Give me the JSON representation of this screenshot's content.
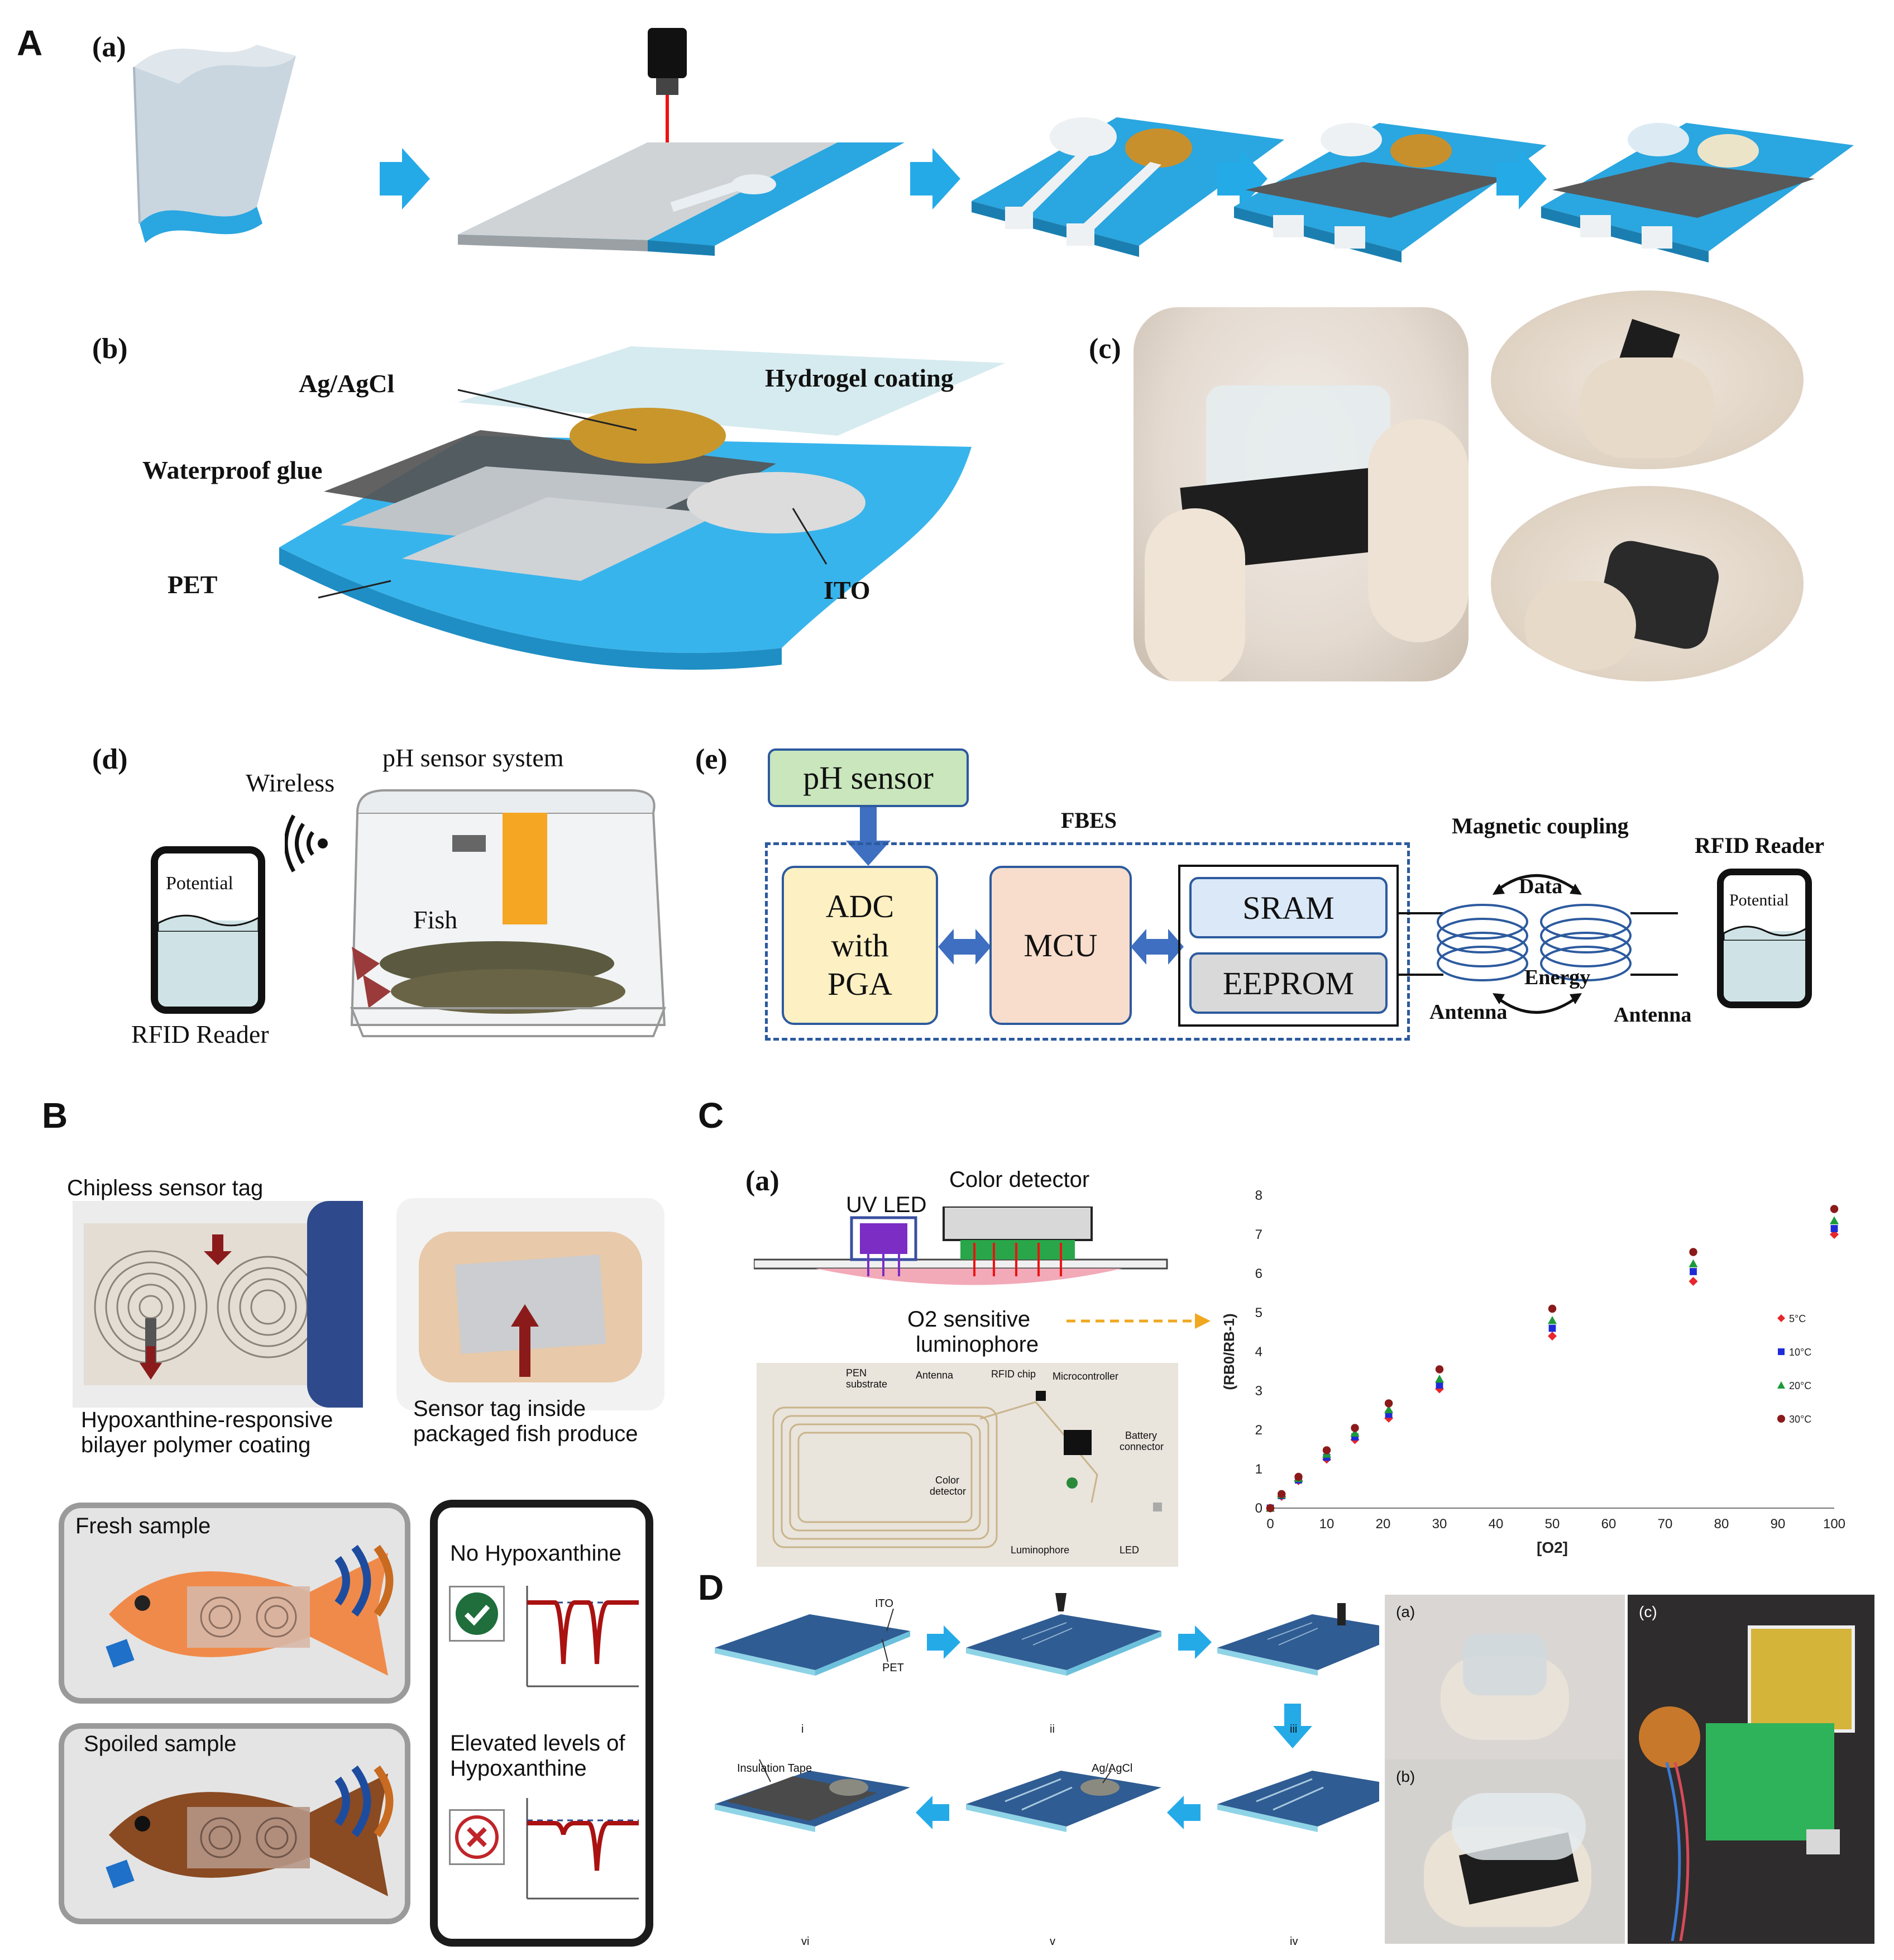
{
  "panels": {
    "A": "A",
    "B": "B",
    "C": "C",
    "D": "D"
  },
  "panelA": {
    "sub_a": "(a)",
    "sub_b": "(b)",
    "sub_c": "(c)",
    "sub_d": "(d)",
    "sub_e": "(e)",
    "layers": {
      "ag_agcl": "Ag/AgCl",
      "hydrogel": "Hydrogel coating",
      "glue": "Waterproof glue",
      "pet": "PET",
      "ito": "ITO"
    },
    "system": {
      "wireless": "Wireless",
      "ph_system": "pH sensor system",
      "fish": "Fish",
      "phone_potential": "Potential",
      "reader": "RFID Reader"
    },
    "block": {
      "ph_sensor": "pH sensor",
      "fbes": "FBES",
      "adc_l1": "ADC",
      "adc_l2": "with",
      "adc_l3": "PGA",
      "mcu": "MCU",
      "sram": "SRAM",
      "eeprom": "EEPROM",
      "magnetic": "Magnetic coupling",
      "data": "Data",
      "energy": "Energy",
      "antenna1": "Antenna",
      "antenna2": "Antenna",
      "rfid_reader": "RFID Reader",
      "reader_potential": "Potential"
    },
    "colors": {
      "blue": "#29a9e8",
      "box_blue": "#2c5a9e",
      "ph_green": "#c9e6bc",
      "adc_yellow": "#fdf0c2",
      "mcu_peach": "#f8ddcc",
      "sram_blue": "#dbe8f7",
      "eeprom_gray": "#d9d9d9"
    }
  },
  "panelB": {
    "chipless": "Chipless sensor tag",
    "coating_l1": "Hypoxanthine-responsive",
    "coating_l2": "bilayer polymer coating",
    "tag_l1": "Sensor tag inside",
    "tag_l2": "packaged fish produce",
    "fresh": "Fresh sample",
    "spoiled": "Spoiled sample",
    "no_hx": "No Hypoxanthine",
    "elev_l1": "Elevated levels of",
    "elev_l2": "Hypoxanthine"
  },
  "panelC": {
    "sub_a": "(a)",
    "uv_led": "UV LED",
    "color_detector": "Color detector",
    "o2_l1": "O2 sensitive",
    "o2_l2": "luminophore",
    "pcb": {
      "pen": "PEN",
      "substrate": "substrate",
      "antenna": "Antenna",
      "rfid_chip": "RFID chip",
      "micro": "Microcontroller",
      "battery1": "Battery",
      "battery2": "connector",
      "color1": "Color",
      "color2": "detector",
      "luminophore": "Luminophore",
      "led": "LED"
    }
  },
  "chart_data": {
    "type": "scatter",
    "xlabel": "[O2]",
    "ylabel": "(RB0/RB-1)",
    "xlim": [
      0,
      100
    ],
    "ylim": [
      0,
      8
    ],
    "x_ticks": [
      "0",
      "10",
      "20",
      "30",
      "40",
      "50",
      "60",
      "70",
      "80",
      "90",
      "100"
    ],
    "y_ticks": [
      "0",
      "1",
      "2",
      "3",
      "4",
      "5",
      "6",
      "7",
      "8"
    ],
    "x": [
      0,
      2,
      5,
      10,
      15,
      21,
      30,
      50,
      75,
      100
    ],
    "series": [
      {
        "name": "5°C",
        "color": "#e8262b",
        "marker": "diamond",
        "values": [
          0,
          0.3,
          0.7,
          1.25,
          1.75,
          2.3,
          3.05,
          4.4,
          5.8,
          7.0
        ]
      },
      {
        "name": "10°C",
        "color": "#1f2bd6",
        "marker": "square",
        "values": [
          0,
          0.32,
          0.72,
          1.3,
          1.82,
          2.4,
          3.15,
          4.6,
          6.05,
          7.15
        ]
      },
      {
        "name": "20°C",
        "color": "#1c9b3a",
        "marker": "triangle",
        "values": [
          0,
          0.34,
          0.76,
          1.38,
          1.92,
          2.52,
          3.3,
          4.8,
          6.25,
          7.35
        ]
      },
      {
        "name": "30°C",
        "color": "#8b1a1a",
        "marker": "circle",
        "values": [
          0,
          0.36,
          0.8,
          1.48,
          2.05,
          2.68,
          3.55,
          5.1,
          6.55,
          7.65
        ]
      }
    ]
  },
  "panelD": {
    "ito": "ITO",
    "pet": "PET",
    "agagcl": "Ag/AgCl",
    "insulation": "Insulation Tape",
    "steps": [
      "i",
      "ii",
      "iii",
      "iv",
      "v",
      "vi"
    ],
    "photo_a": "(a)",
    "photo_b": "(b)",
    "photo_c": "(c)"
  }
}
